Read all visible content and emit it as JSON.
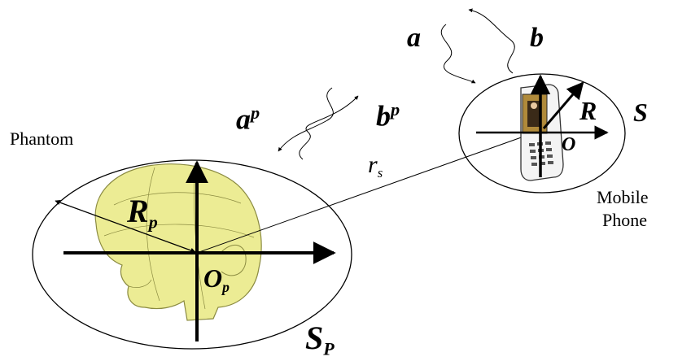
{
  "labels": {
    "phantom": "Phantom",
    "mobile_line1": "Mobile",
    "mobile_line2": "Phone",
    "a": "a",
    "b": "b",
    "a_p": "a",
    "a_p_sup": "p",
    "b_p": "b",
    "b_p_sup": "p",
    "R": "R",
    "S": "S",
    "O": "O",
    "r_s": "r",
    "r_s_sub": "s",
    "R_p": "R",
    "R_p_sub": "p",
    "O_p": "O",
    "O_p_sub": "p",
    "S_p": "S",
    "S_p_sub": "P"
  },
  "colors": {
    "head_fill": "#ecec94",
    "head_stroke": "#8a8a40",
    "line": "#000000"
  }
}
